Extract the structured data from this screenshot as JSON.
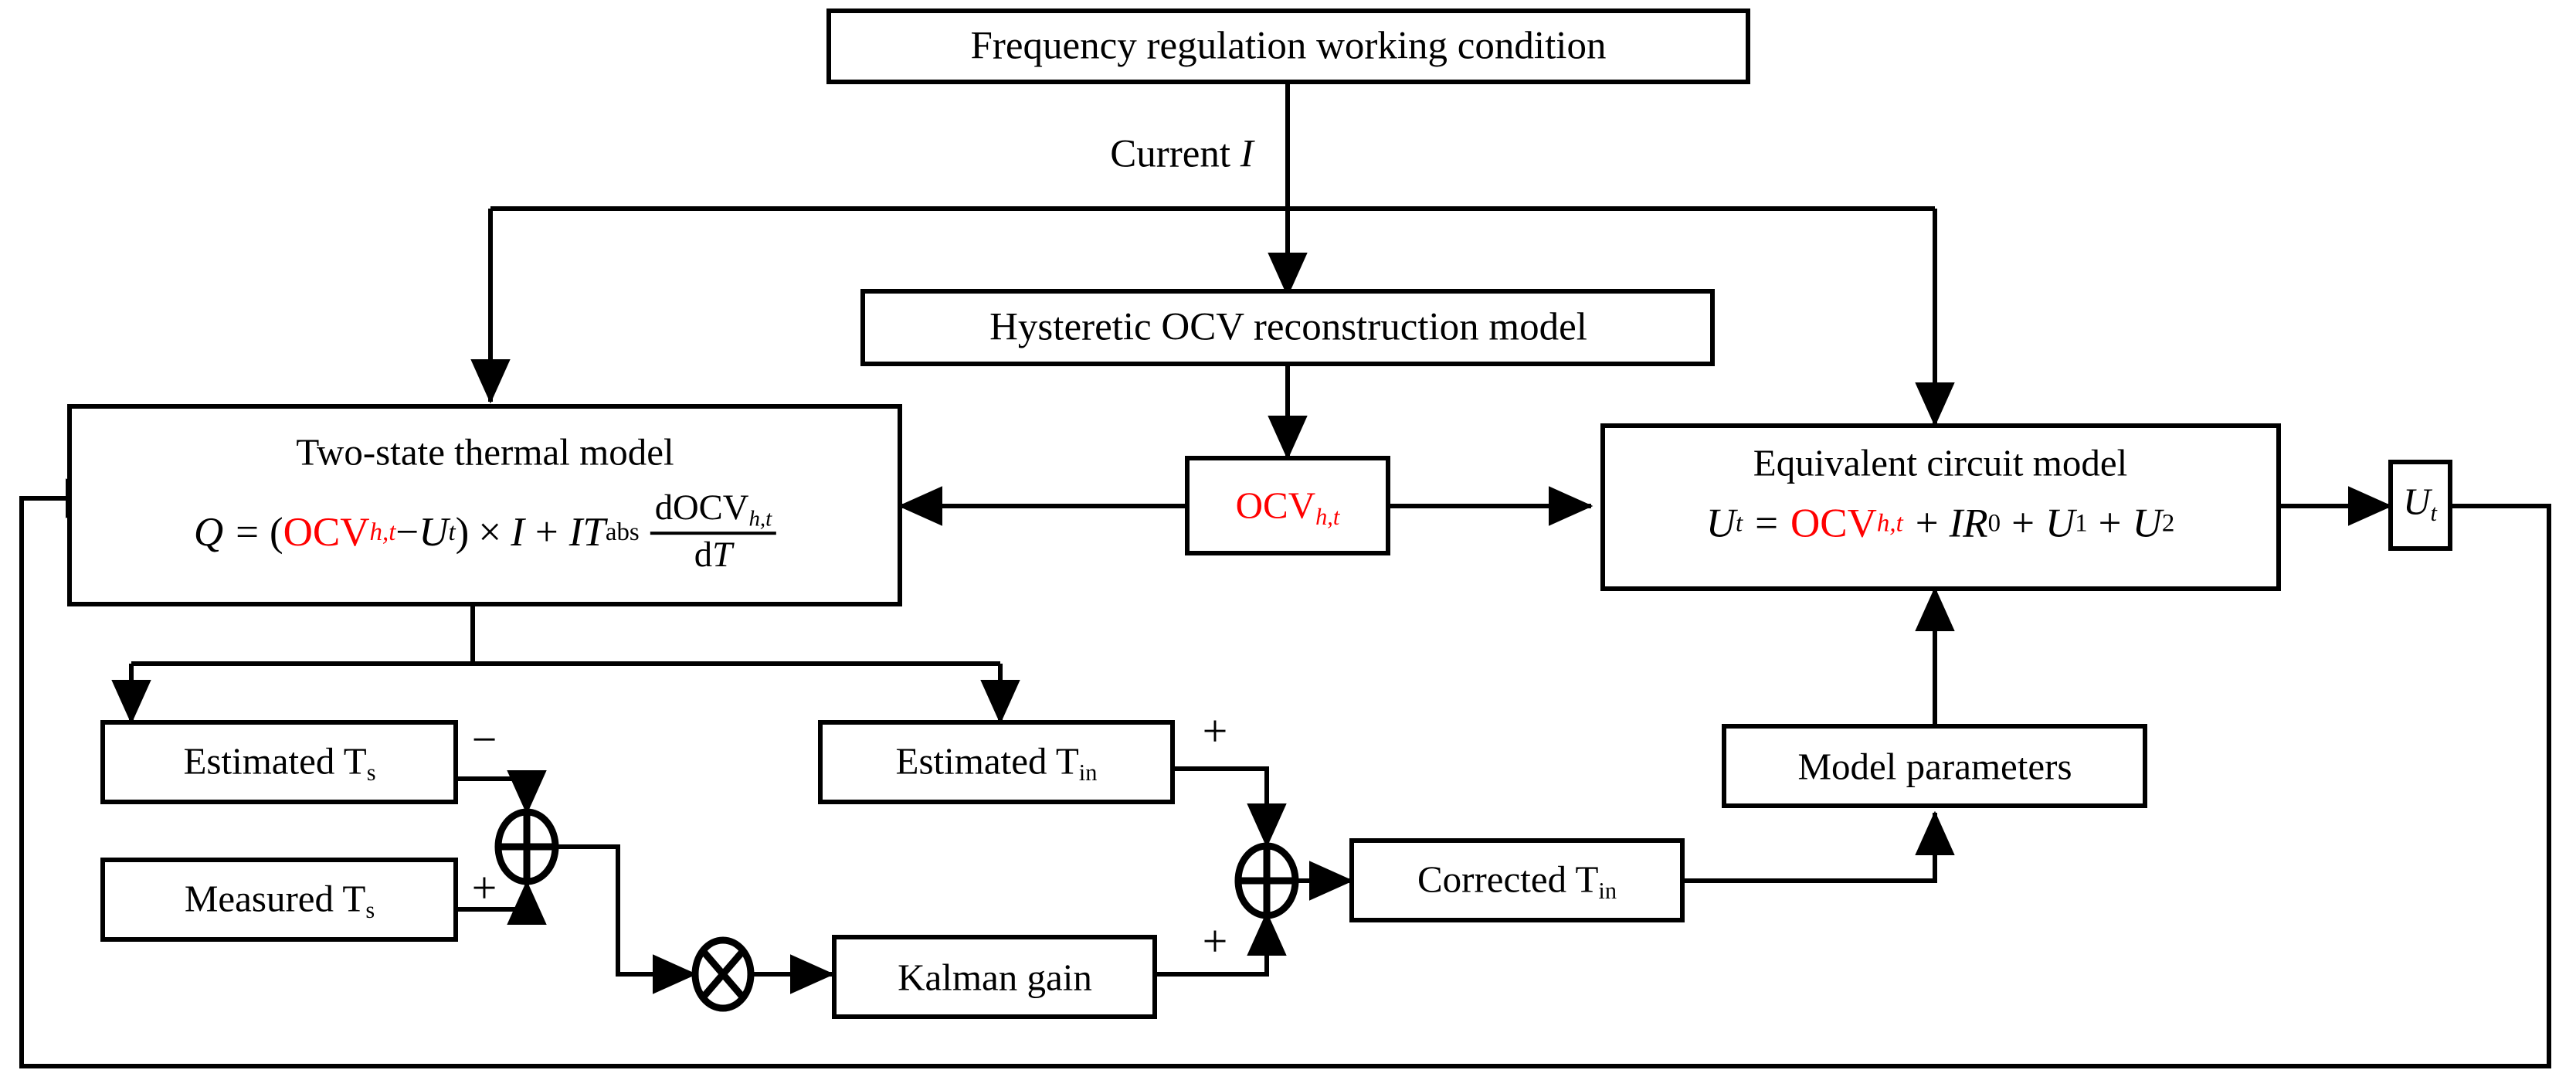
{
  "diagram": {
    "title": "Battery thermal-electrical coupled estimation block diagram",
    "background_color": "#ffffff",
    "line_color": "#000000",
    "accent_color": "#ff0000"
  },
  "boxes": {
    "frequency_condition": {
      "label": "Frequency regulation working condition"
    },
    "hysteretic_ocv": {
      "label": "Hysteretic OCV reconstruction model"
    },
    "ocv_signal": {
      "label_red": "OCV",
      "label_sub": "h,t"
    },
    "thermal_model": {
      "title": "Two-state thermal model",
      "equation": {
        "lhs": "Q",
        "eq": "=",
        "open_paren": "(",
        "ocv_red": "OCV",
        "ocv_sub": "h,t",
        "minus": "−",
        "u_t": "U",
        "u_t_sub": "t",
        "close_paren": ")",
        "times": "×",
        "current": "I",
        "plus": "+",
        "it_abs": "IT",
        "it_abs_sub": "abs",
        "frac_num": "dOCV",
        "frac_num_sub": "h,t",
        "frac_den": "dT"
      }
    },
    "equivalent_circuit": {
      "title": "Equivalent circuit model",
      "equation": {
        "lhs": "U",
        "lhs_sub": "t",
        "eq": "=",
        "ocv_red": "OCV",
        "ocv_sub": "h,t",
        "plus1": "+",
        "ir0": "IR",
        "ir0_sub": "0",
        "plus2": "+",
        "u1": "U",
        "u1_sub": "1",
        "plus3": "+",
        "u2": "U",
        "u2_sub": "2"
      }
    },
    "terminal_voltage": {
      "label": "U",
      "label_sub": "t"
    },
    "estimated_ts": {
      "label": "Estimated T",
      "label_sub": "s"
    },
    "measured_ts": {
      "label": "Measured  T",
      "label_sub": "s"
    },
    "estimated_tin": {
      "label": "Estimated T",
      "label_sub": "in"
    },
    "kalman_gain": {
      "label": "Kalman gain"
    },
    "corrected_tin": {
      "label": "Corrected T",
      "label_sub": "in"
    },
    "model_parameters": {
      "label": "Model parameters"
    }
  },
  "edge_labels": {
    "current": {
      "text": "Current ",
      "symbol": "I"
    },
    "sum1_minus": "−",
    "sum1_plus": "+",
    "sum2_plus_top": "+",
    "sum2_plus_bottom": "+"
  },
  "nodes": {
    "summing_junction_1": {
      "type": "sum",
      "glyph": "plus-circle"
    },
    "summing_junction_2": {
      "type": "sum",
      "glyph": "plus-circle"
    },
    "multiplier": {
      "type": "product",
      "glyph": "cross-circle"
    }
  }
}
